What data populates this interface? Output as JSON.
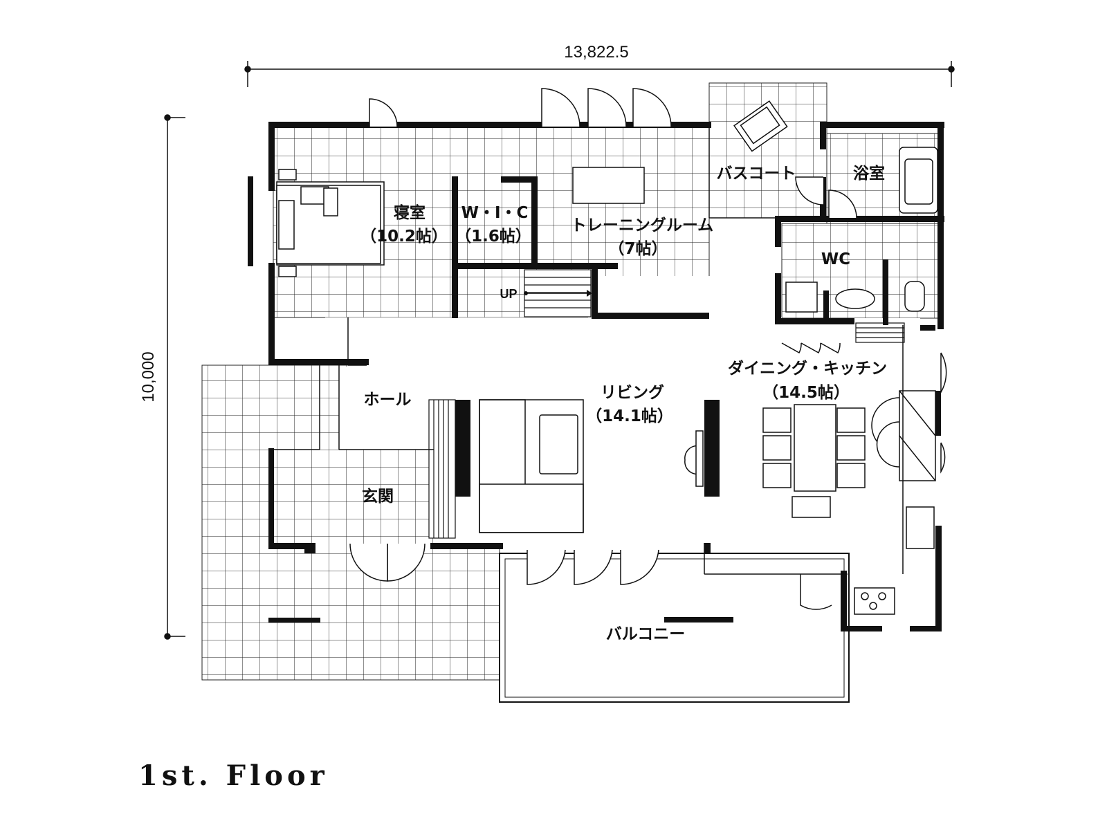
{
  "dimensions": {
    "width": "13,822.5",
    "depth": "10,000"
  },
  "rooms": {
    "bedroom": {
      "name": "寝室",
      "size": "（10.2帖）"
    },
    "wic": {
      "name": "W・I・C",
      "size": "（1.6帖）"
    },
    "training": {
      "name": "トレーニングルーム",
      "size": "（7帖）"
    },
    "bathcourt": {
      "name": "バスコート"
    },
    "bath": {
      "name": "浴室"
    },
    "wc": {
      "name": "WC"
    },
    "hall": {
      "name": "ホール"
    },
    "living": {
      "name": "リビング",
      "size": "（14.1帖）"
    },
    "dining": {
      "name": "ダイニング・キッチン",
      "size": "（14.5帖）"
    },
    "entrance": {
      "name": "玄関"
    },
    "balcony": {
      "name": "バルコニー"
    }
  },
  "stair_label": "UP",
  "floor_title": "1st. Floor",
  "colors": {
    "wall": "#111111",
    "grid": "#222222",
    "background": "#ffffff"
  }
}
